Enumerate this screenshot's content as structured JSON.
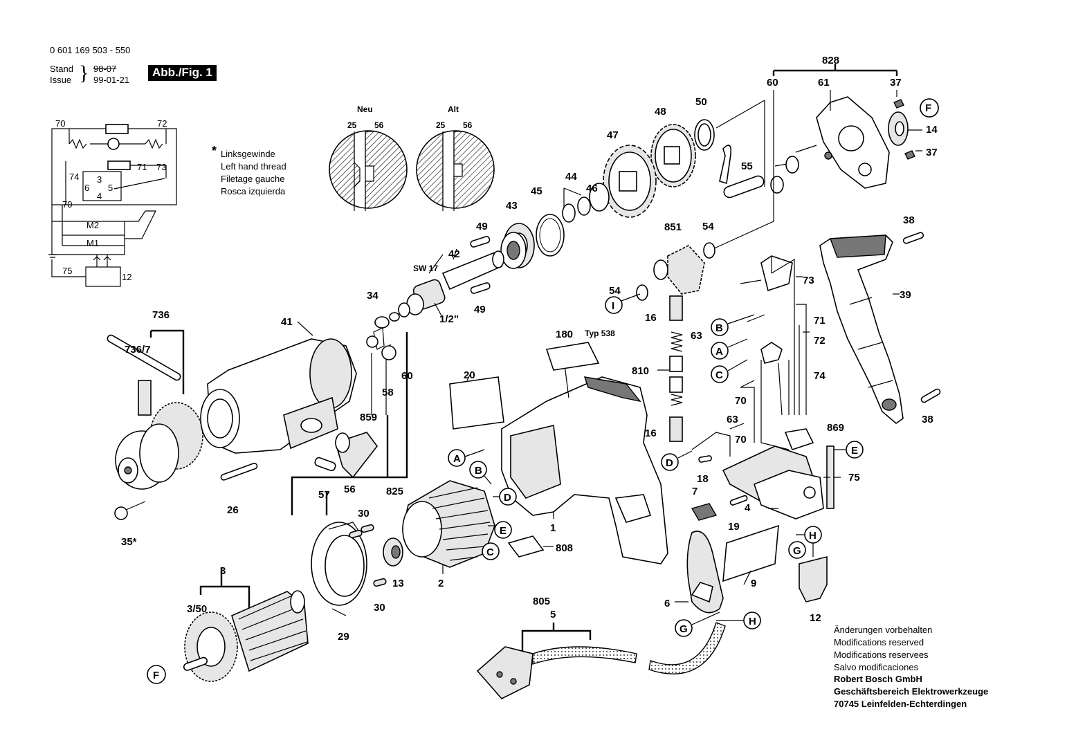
{
  "header": {
    "doc_number": "0 601 169 503 - 550",
    "stand_label": "Stand",
    "issue_label": "Issue",
    "old_date": "98-07",
    "new_date": "99-01-21",
    "figure_badge": "Abb./Fig. 1"
  },
  "thread_note": {
    "marker": "*",
    "lines": [
      "Linksgewinde",
      "Left hand thread",
      "Filetage gauche",
      "Rosca izquierda"
    ]
  },
  "detail": {
    "neu_label": "Neu",
    "alt_label": "Alt"
  },
  "part_labels": {
    "p828": "828",
    "p60a": "60",
    "p61": "61",
    "p37a": "37",
    "p37b": "37",
    "p14": "14",
    "p50": "50",
    "p48": "48",
    "p47": "47",
    "p55": "55",
    "p44": "44",
    "p45": "45",
    "p46": "46",
    "p43": "43",
    "p49a": "49",
    "p49b": "49",
    "p42": "42",
    "sw17": "SW 17",
    "half_inch": "1/2\"",
    "p34": "34",
    "p851": "851",
    "p54a": "54",
    "p54b": "54",
    "p38a": "38",
    "p38b": "38",
    "p39": "39",
    "p73": "73",
    "p71": "71",
    "p72": "72",
    "p74": "74",
    "p70a": "70",
    "p70b": "70",
    "p16a": "16",
    "p16b": "16",
    "p63a": "63",
    "p63b": "63",
    "p810": "810",
    "p869": "869",
    "p75": "75",
    "p18": "18",
    "p4": "4",
    "p7": "7",
    "p19": "19",
    "p9": "9",
    "p12": "12",
    "p6": "6",
    "p805": "805",
    "p5": "5",
    "p736": "736",
    "p736_7": "736/7",
    "p41": "41",
    "p859": "859",
    "p58": "58",
    "p60b": "60",
    "p825": "825",
    "p57": "57",
    "p56": "56",
    "p26": "26",
    "p35": "35*",
    "p180": "180",
    "typ538": "Typ 538",
    "p20": "20",
    "p1": "1",
    "p2": "2",
    "p808": "808",
    "p30a": "30",
    "p30b": "30",
    "p13": "13",
    "p29": "29",
    "p3": "3",
    "p3_50": "3/50",
    "d25a": "25",
    "d56a": "56",
    "d25b": "25",
    "d56b": "56"
  },
  "circuit_labels": {
    "c70a": "70",
    "c72": "72",
    "c71": "71",
    "c73": "73",
    "c74": "74",
    "c3": "3",
    "c5": "5",
    "c6": "6",
    "c4": "4",
    "c70b": "70",
    "m2": "M2",
    "m1": "M1",
    "c75": "75",
    "c12": "12"
  },
  "callouts": {
    "F1": "F",
    "F2": "F",
    "A1": "A",
    "A2": "A",
    "B1": "B",
    "B2": "B",
    "C1": "C",
    "C2": "C",
    "D1": "D",
    "D2": "D",
    "E1": "E",
    "E2": "E",
    "G1": "G",
    "G2": "G",
    "H1": "H",
    "H2": "H",
    "I1": "I"
  },
  "footer": {
    "lines": [
      "Änderungen vorbehalten",
      "Modifications reserved",
      "Modifications reservees",
      "Salvo modificaciones"
    ],
    "company": [
      "Robert Bosch GmbH",
      "Geschäftsbereich Elektrowerkzeuge",
      "70745 Leinfelden-Echterdingen"
    ]
  }
}
